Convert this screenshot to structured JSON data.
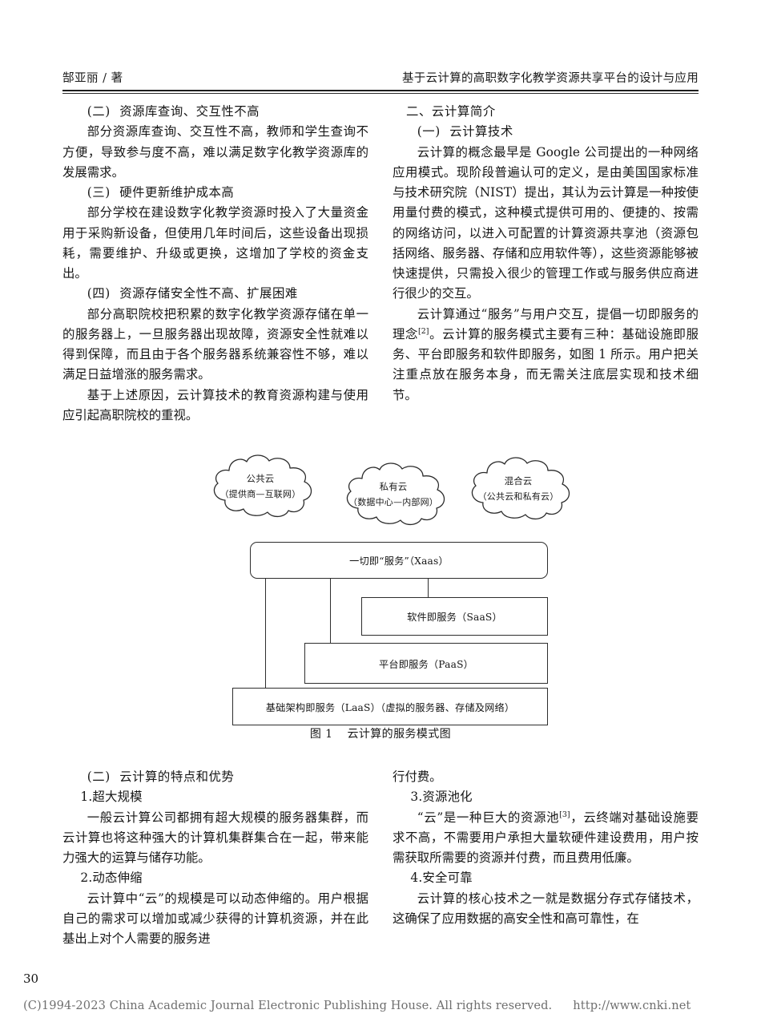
{
  "header": {
    "author": "郜亚丽 / 著",
    "title": "基于云计算的高职数字化教学资源共享平台的设计与应用"
  },
  "left_column_top": {
    "heading_1_marker": "(二)",
    "heading_1_text": "资源库查询、交互性不高",
    "para_1": "部分资源库查询、交互性不高，教师和学生查询不方便，导致参与度不高，难以满足数字化教学资源库的发展需求。",
    "heading_2_marker": "(三)",
    "heading_2_text": "硬件更新维护成本高",
    "para_2": "部分学校在建设数字化教学资源时投入了大量资金用于采购新设备，但使用几年时间后，这些设备出现损耗，需要维护、升级或更换，这增加了学校的资金支出。",
    "heading_3_marker": "(四)",
    "heading_3_text": "资源存储安全性不高、扩展困难",
    "para_3": "部分高职院校把积累的数字化教学资源存储在单一的服务器上，一旦服务器出现故障，资源安全性就难以得到保障，而且由于各个服务器系统兼容性不够，难以满足日益增涨的服务需求。",
    "para_4": "基于上述原因，云计算技术的教育资源构建与使用应引起高职院校的重视。"
  },
  "right_column_top": {
    "section_heading": "二、云计算简介",
    "heading_1_marker": "(一)",
    "heading_1_text": "云计算技术",
    "para_1": "云计算的概念最早是 Google 公司提出的一种网络应用模式。现阶段普遍认可的定义，是由美国国家标准与技术研究院（NIST）提出，其认为云计算是一种按使用量付费的模式，这种模式提供可用的、便捷的、按需的网络访问，以进入可配置的计算资源共享池（资源包括网络、服务器、存储和应用软件等），这些资源能够被快速提供，只需投入很少的管理工作或与服务供应商进行很少的交互。",
    "para_2_before_ref": "云计算通过“服务”与用户交互，提倡一切即服务的理念",
    "para_2_ref": "[2]",
    "para_2_after_ref": "。云计算的服务模式主要有三种：基础设施即服务、平台即服务和软件即服务，如图 1 所示。用户把关注重点放在服务本身，而无需关注底层实现和技术细节。"
  },
  "figure": {
    "clouds": [
      {
        "name": "public-cloud",
        "line1": "公共云",
        "line2": "（提供商—互联网）"
      },
      {
        "name": "private-cloud",
        "line1": "私有云",
        "line2": "（数据中心—内部网）"
      },
      {
        "name": "hybrid-cloud",
        "line1": "混合云",
        "line2": "（公共云和私有云）"
      }
    ],
    "layers": [
      {
        "name": "xaas-layer",
        "label": "一切即“服务”（Xaas）"
      },
      {
        "name": "saas-layer",
        "label": "软件即服务（SaaS）"
      },
      {
        "name": "paas-layer",
        "label": "平台即服务（PaaS）"
      },
      {
        "name": "iaas-layer",
        "label": "基础架构即服务（LaaS）（虚拟的服务器、存储及网络）"
      }
    ],
    "caption_number": "图 1",
    "caption_text": "云计算的服务模式图"
  },
  "left_column_bottom": {
    "heading_1_marker": "(二)",
    "heading_1_text": "云计算的特点和优势",
    "sub_1": "1.超大规模",
    "para_1": "一般云计算公司都拥有超大规模的服务器集群，而云计算也将这种强大的计算机集群集合在一起，带来能力强大的运算与储存功能。",
    "sub_2": "2.动态伸缩",
    "para_2": "云计算中“云”的规模是可以动态伸缩的。用户根据自己的需求可以增加或减少获得的计算机资源，并在此基出上对个人需要的服务进"
  },
  "right_column_bottom": {
    "para_0": "行付费。",
    "sub_3": "3.资源池化",
    "para_3_before_ref": "“云”是一种巨大的资源池",
    "para_3_ref": "[3]",
    "para_3_after_ref": "，云终端对基础设施要求不高，不需要用户承担大量软硬件建设费用，用户按需获取所需要的资源并付费，而且费用低廉。",
    "sub_4": "4.安全可靠",
    "para_4": "云计算的核心技术之一就是数据分存式存储技术，这确保了应用数据的高安全性和高可靠性，在"
  },
  "footer": {
    "page_number": "30",
    "copyright": "(C)1994-2023 China Academic Journal Electronic Publishing House. All rights reserved.",
    "url": "http://www.cnki.net"
  }
}
